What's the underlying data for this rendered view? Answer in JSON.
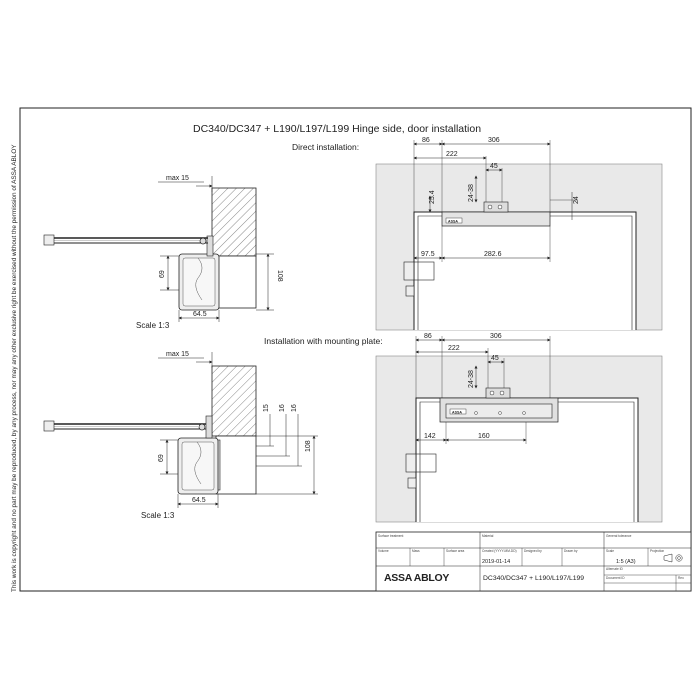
{
  "title": "DC340/DC347 + L190/L197/L199  Hinge side, door installation",
  "copyright": "This work  is copyright and no part may be reproduced, by any process, nor may any other exclusive right be exercised without the permission of ASSA ABLOY",
  "sections": {
    "direct": {
      "label": "Direct installation:",
      "dims": {
        "d86": "86",
        "d306": "306",
        "d222": "222",
        "d45": "45",
        "d25_4": "25.4",
        "d24_38": "24-38",
        "d24": "24",
        "d97_5": "97.5",
        "d282_6": "282.6"
      }
    },
    "plate": {
      "label": "Installation with mounting plate:",
      "dims": {
        "d86": "86",
        "d306": "306",
        "d222": "222",
        "d45": "45",
        "d24_38": "24-38",
        "d142": "142",
        "d160": "160"
      }
    }
  },
  "side_top": {
    "max15": "max 15",
    "d108": "108",
    "d69": "69",
    "d64_5": "64.5",
    "scale": "Scale 1:3"
  },
  "side_bottom": {
    "max15": "max 15",
    "d15": "15",
    "d16a": "16",
    "d16b": "16",
    "d108": "108",
    "d69": "69",
    "d64_5": "64.5",
    "scale": "Scale 1:3"
  },
  "title_block": {
    "surface_treatment": "Surface treatment",
    "material": "Material",
    "general_tolerance": "General tolerance",
    "volume": "Volume",
    "mass": "Mass",
    "surface_area": "Surface area",
    "created_label": "Created (YYYY-MM-DD)",
    "designed_by": "Designed by",
    "drawn_by": "Drawn by",
    "scale_label": "Scale",
    "projection": "Projection",
    "created_value": "2019-01-14",
    "scale_value": "1:5 (A3)",
    "alternate_id": "Alternate ID",
    "document_id": "Document ID",
    "rev": "Rev.",
    "logo": "ASSA ABLOY",
    "drawing_title": "DC340/DC347 + L190/L197/L199"
  },
  "closer_badge": "ASSA"
}
